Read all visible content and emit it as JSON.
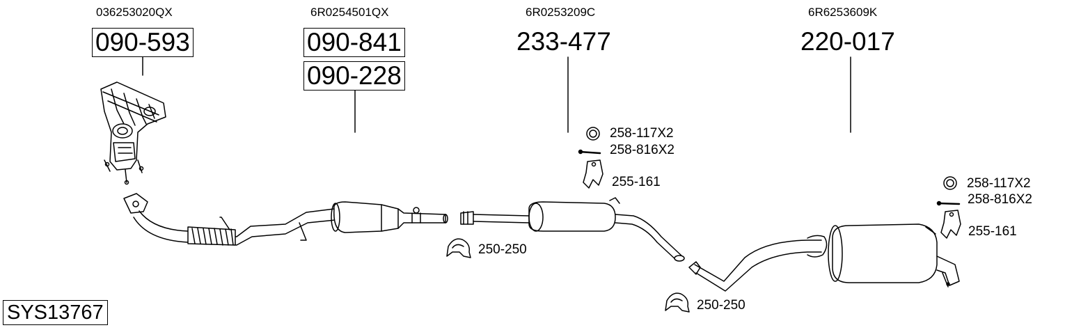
{
  "oem": [
    "036253020QX",
    "6R0254501QX",
    "6R0253209C",
    "6R6253609K"
  ],
  "parts": {
    "manifold": "090-593",
    "cat_a": "090-841",
    "cat_b": "090-228",
    "middle": "233-477",
    "rear": "220-017"
  },
  "hardware": {
    "ring1": "258-117X2",
    "bolt1": "258-816X2",
    "hanger1": "255-161",
    "clamp1": "250-250",
    "ring2": "258-117X2",
    "bolt2": "258-816X2",
    "hanger2": "255-161",
    "clamp2": "250-250"
  },
  "system_id": "SYS13767"
}
